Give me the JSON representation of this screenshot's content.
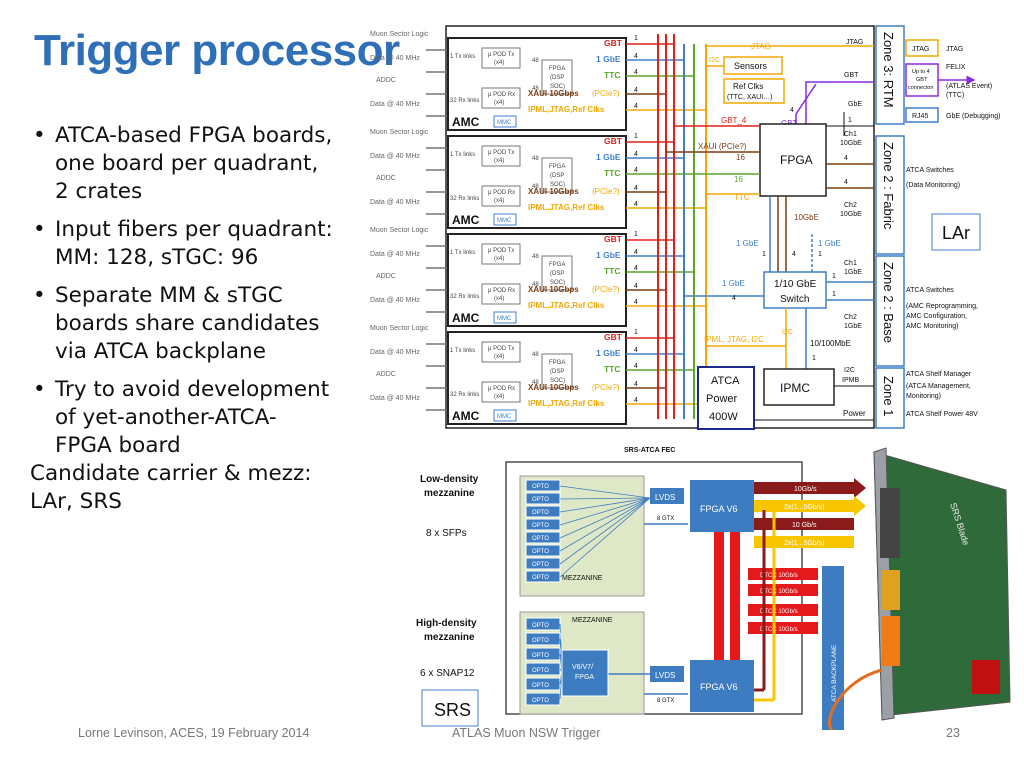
{
  "slide": {
    "title": "Trigger processor",
    "bullets": [
      {
        "lines": [
          "ATCA-based FPGA boards,",
          "one board per quadrant,",
          "2 crates"
        ]
      },
      {
        "lines": [
          "Input fibers per quadrant:",
          "MM: 128, sTGC: 96"
        ]
      },
      {
        "lines": [
          "Separate MM & sTGC",
          "boards share candidates",
          "via ATCA backplane"
        ]
      },
      {
        "lines": [
          "Try to avoid development",
          "of yet-another-ATCA-",
          "FPGA board",
          "Candidate carrier & mezz:",
          "LAr, SRS"
        ]
      }
    ],
    "footer_left": "Lorne Levinson, ACES, 19 February 2014",
    "footer_center": "ATLAS Muon NSW Trigger",
    "page_number": "23"
  },
  "lar_diagram": {
    "inputs": {
      "muon_sector_logic": "Muon Sector Logic",
      "data_40mhz": "Data @ 40 MHz",
      "addc": "ADDC",
      "tx_links": "1 Tx links",
      "rx_links": "32 Rx links",
      "num_48": "48"
    },
    "amc": {
      "label": "AMC",
      "mmc": "MMC",
      "pod_tx": "μ POD Tx",
      "pod_rx": "μ POD Rx",
      "x4": "(x4)",
      "fpga_box": [
        "FPGA",
        "(DSP",
        "SOC)"
      ],
      "gbt": "GBT",
      "gbe": "1 GbE",
      "ttc": "TTC",
      "xaui": "XAUI 10Gbps",
      "pcie": "(PCIe?)",
      "ipml": "IPML,JTAG,Ref Clks",
      "ipmi_1": "IPML,JTAG,Ref Clks…"
    },
    "center": {
      "jtag": "JTAG",
      "i2c": "I2C",
      "sensors": "Sensors",
      "refclks": "Ref Clks",
      "refclks_sub": "(TTC, XAUI…)",
      "gbt": "GBT",
      "gbt_4": "GBT_4",
      "xaui_pcie": "XAUI (PCIe?)",
      "ttc": "TTC",
      "fpga": "FPGA",
      "ten_gbe": "10GbE",
      "switch_l1": "1/10 GbE",
      "switch_l2": "Switch",
      "one_gbe": "1 GbE",
      "ipml_jtag_i2c": "IPML, JTAG, I2C",
      "ten_100": "10/100MbE",
      "atca_power": [
        "ATCA",
        "Power",
        "400W"
      ],
      "ipmc": "IPMC",
      "ipmb": "IPMB",
      "power": "Power",
      "n16": "16",
      "n4": "4",
      "n1": "1"
    },
    "right_labels": {
      "jtag": "JTAG",
      "gbt": "GBT",
      "gbe": "GbE",
      "ch1_10gbe": [
        "Ch1",
        "10GbE"
      ],
      "ch2_10gbe": [
        "Ch2",
        "10GbE"
      ],
      "ch1_1gbe": [
        "Ch1",
        "1GbE"
      ],
      "ch2_1gbe": [
        "Ch2",
        "1GbE"
      ],
      "i2c": "I2C",
      "ipmb": "IPMB"
    },
    "zones": [
      "Zone 3: RTM",
      "Zone 2 : Fabric",
      "Zone 2 : Base",
      "Zone 1"
    ],
    "rtm": {
      "jtag_box": "JTAG",
      "jtag_out": "JTAG",
      "gbt_box": [
        "Up to 4",
        "GBT",
        "connecton"
      ],
      "felix": [
        "FELIX",
        "(ATLAS Event)",
        "(TTC)"
      ],
      "rj45": "RJ45",
      "gbe_debug": "GbE (Debugging)"
    },
    "external": {
      "atca_switches_data": [
        "ATCA Switches",
        "(Data Monitoring)"
      ],
      "atca_switches_amc": [
        "ATCA Switches",
        "(AMC Reprogramming,",
        "AMC Configuration,",
        "AMC Monitoring)"
      ],
      "shelf_manager": [
        "ATCA Shelf Manager",
        "(ATCA Management,",
        "Monitoring)"
      ],
      "shelf_power": "ATCA Shelf Power 48V"
    },
    "tag": "LAr"
  },
  "srs_diagram": {
    "title": "SRS-ATCA FEC",
    "low_density": [
      "Low-density",
      "mezzanine"
    ],
    "sfps": "8 x SFPs",
    "high_density": [
      "High-density",
      "mezzanine"
    ],
    "snap12": "6 x SNAP12",
    "opto": "OPTO",
    "mezzanine": "MEZZANINE",
    "lvds": "LVDS",
    "gtx": "8 GTX",
    "fpga_v6": "FPGA V6",
    "v6v7": [
      "V6/V7/",
      "FPGA"
    ],
    "link_10gbs": "10Gb/s",
    "link_2x_a": "2x(1...5Gb/s)",
    "link_10gbs_b": "10 Gb/s",
    "link_2x_b": "2x(1...5Gb/s)",
    "dtcc": "DTCC 10Gb/s",
    "backplane": "ATCA BACKPLANE",
    "board_label": "SRS Blade",
    "tag": "SRS"
  },
  "colors": {
    "title_blue": "#2e6fb7",
    "gbt_red": "#e0201b",
    "gbe_blue": "#3f7fc9",
    "ttc_green": "#5aa62a",
    "xaui_brown": "#7b3d12",
    "ipml_orange": "#f2a800",
    "jtag_purple": "#8a2be2",
    "srs_fpga_blue": "#3e7cc2",
    "mezz_green": "#dfe8c6",
    "link_dark_red": "#8b1a1a",
    "link_yellow": "#f7c600",
    "dtcc_red": "#e3191b"
  }
}
